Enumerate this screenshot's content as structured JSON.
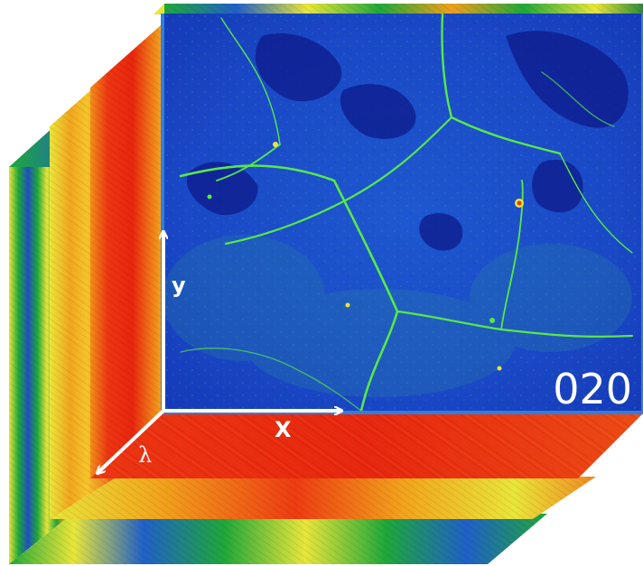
{
  "band_label": "020",
  "axes": {
    "x_label": "X",
    "y_label": "y",
    "lambda_label": "λ"
  },
  "colors": {
    "front_face": "#1840c8",
    "water": "#0d1a8a",
    "road": "#58e84a",
    "layer_red": "#ee3311",
    "layer_orange": "#f7a51e",
    "layer_yellow": "#e9e63a",
    "layer_green": "#1fa83a",
    "axis": "#ffffff"
  },
  "layers": [
    "red",
    "orange",
    "mixed"
  ]
}
